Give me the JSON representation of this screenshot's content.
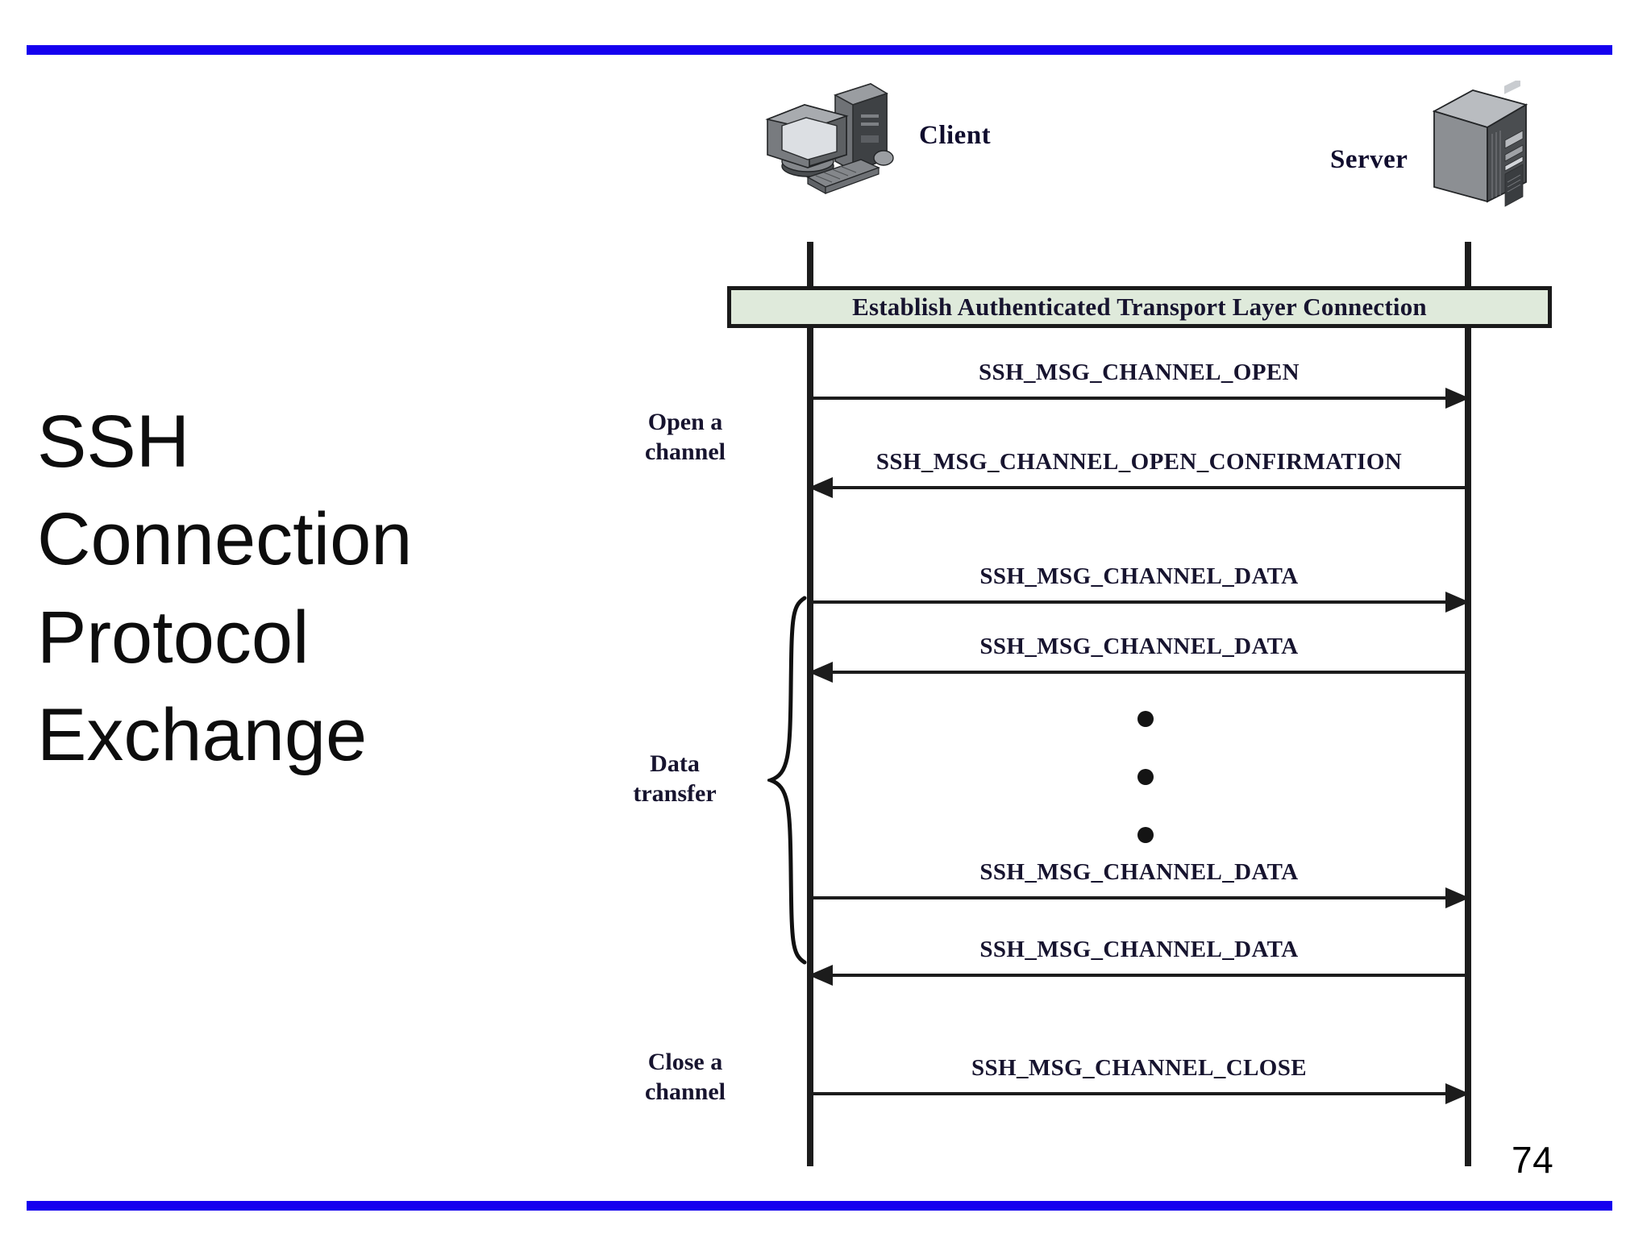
{
  "slide": {
    "title": "SSH\nConnection\nProtocol\nExchange",
    "page_number": "74",
    "accent_color": "#1500ef"
  },
  "diagram": {
    "actors": [
      {
        "id": "client",
        "label": "Client",
        "icon": "desktop-computer-icon"
      },
      {
        "id": "server",
        "label": "Server",
        "icon": "server-tower-icon"
      }
    ],
    "banner": {
      "text": "Establish Authenticated Transport Layer Connection",
      "fill_color": "#dfeadb",
      "border_color": "#1a1a1a"
    },
    "phases": [
      {
        "id": "open",
        "label": "Open a\nchannel"
      },
      {
        "id": "data",
        "label": "Data\ntransfer"
      },
      {
        "id": "close",
        "label": "Close a\nchannel"
      }
    ],
    "messages": [
      {
        "label": "SSH_MSG_CHANNEL_OPEN",
        "direction": "client-to-server"
      },
      {
        "label": "SSH_MSG_CHANNEL_OPEN_CONFIRMATION",
        "direction": "server-to-client"
      },
      {
        "label": "SSH_MSG_CHANNEL_DATA",
        "direction": "client-to-server"
      },
      {
        "label": "SSH_MSG_CHANNEL_DATA",
        "direction": "server-to-client"
      },
      {
        "label": "SSH_MSG_CHANNEL_DATA",
        "direction": "client-to-server"
      },
      {
        "label": "SSH_MSG_CHANNEL_DATA",
        "direction": "server-to-client"
      },
      {
        "label": "SSH_MSG_CHANNEL_CLOSE",
        "direction": "client-to-server"
      }
    ],
    "continuation_marker": "vertical-ellipsis-three-dots"
  }
}
